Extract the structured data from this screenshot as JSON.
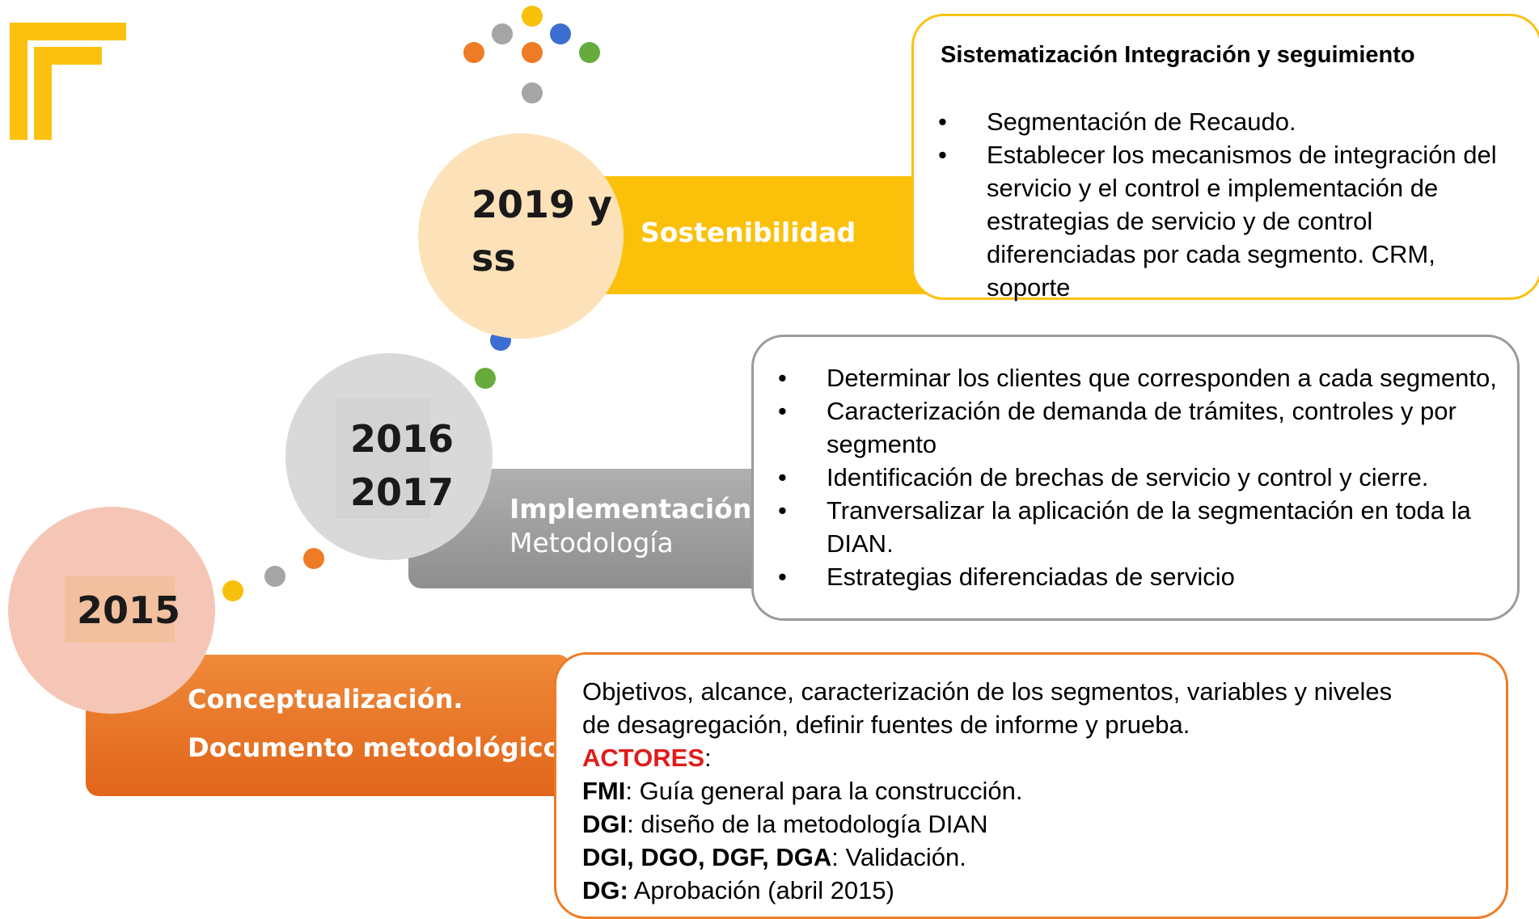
{
  "stages": [
    {
      "year": "2019 y ss",
      "year_lines": [
        "2019 y",
        "ss"
      ],
      "label": "Sostenibilidad",
      "title": "Sistematización Integración y seguimiento",
      "bullets": [
        "Segmentación de Recaudo.",
        "Establecer los mecanismos de integración del servicio y el control e  implementación de  estrategias de servicio y de  control diferenciadas por cada segmento. CRM, soporte"
      ]
    },
    {
      "year": "2016 2017",
      "year_lines": [
        "2016",
        "2017"
      ],
      "label": "Implementación",
      "sublabel": "Metodología",
      "bullets": [
        "Determinar los clientes que corresponden a cada segmento,",
        "Caracterización de demanda de trámites, controles  y por segmento",
        "Identificación de brechas de servicio y control y cierre.",
        "Tranversalizar la  aplicación de la segmentación en toda la DIAN.",
        "Estrategias diferenciadas de servicio"
      ]
    },
    {
      "year": "2015",
      "label": "Conceptualización.",
      "sublabel": "Documento metodológico",
      "intro": "Objetivos, alcance, caracterización de los segmentos, variables y niveles de desagregación, definir fuentes de informe y prueba.",
      "intro_lines": [
        "Objetivos, alcance, caracterización de los segmentos, variables y niveles",
        "de desagregación, definir fuentes de informe y prueba."
      ],
      "actors_heading": "ACTORES",
      "actors": [
        {
          "who": "FMI",
          "sep": ": ",
          "what": "Guía general para la construcción."
        },
        {
          "who": "DGI",
          "sep": ": ",
          "what": "diseño de la metodología DIAN"
        },
        {
          "who": "DGI, DGO, DGF, DGA",
          "sep": ": ",
          "what": "Validación."
        },
        {
          "who": "DG:",
          "sep": " ",
          "what": "Aprobación (abril 2015)"
        }
      ]
    }
  ],
  "colors": {
    "yellow": "#fcc10e",
    "grey": "#9a9a9a",
    "orange": "#ee7b25",
    "actors_red": "#e01b1b"
  }
}
